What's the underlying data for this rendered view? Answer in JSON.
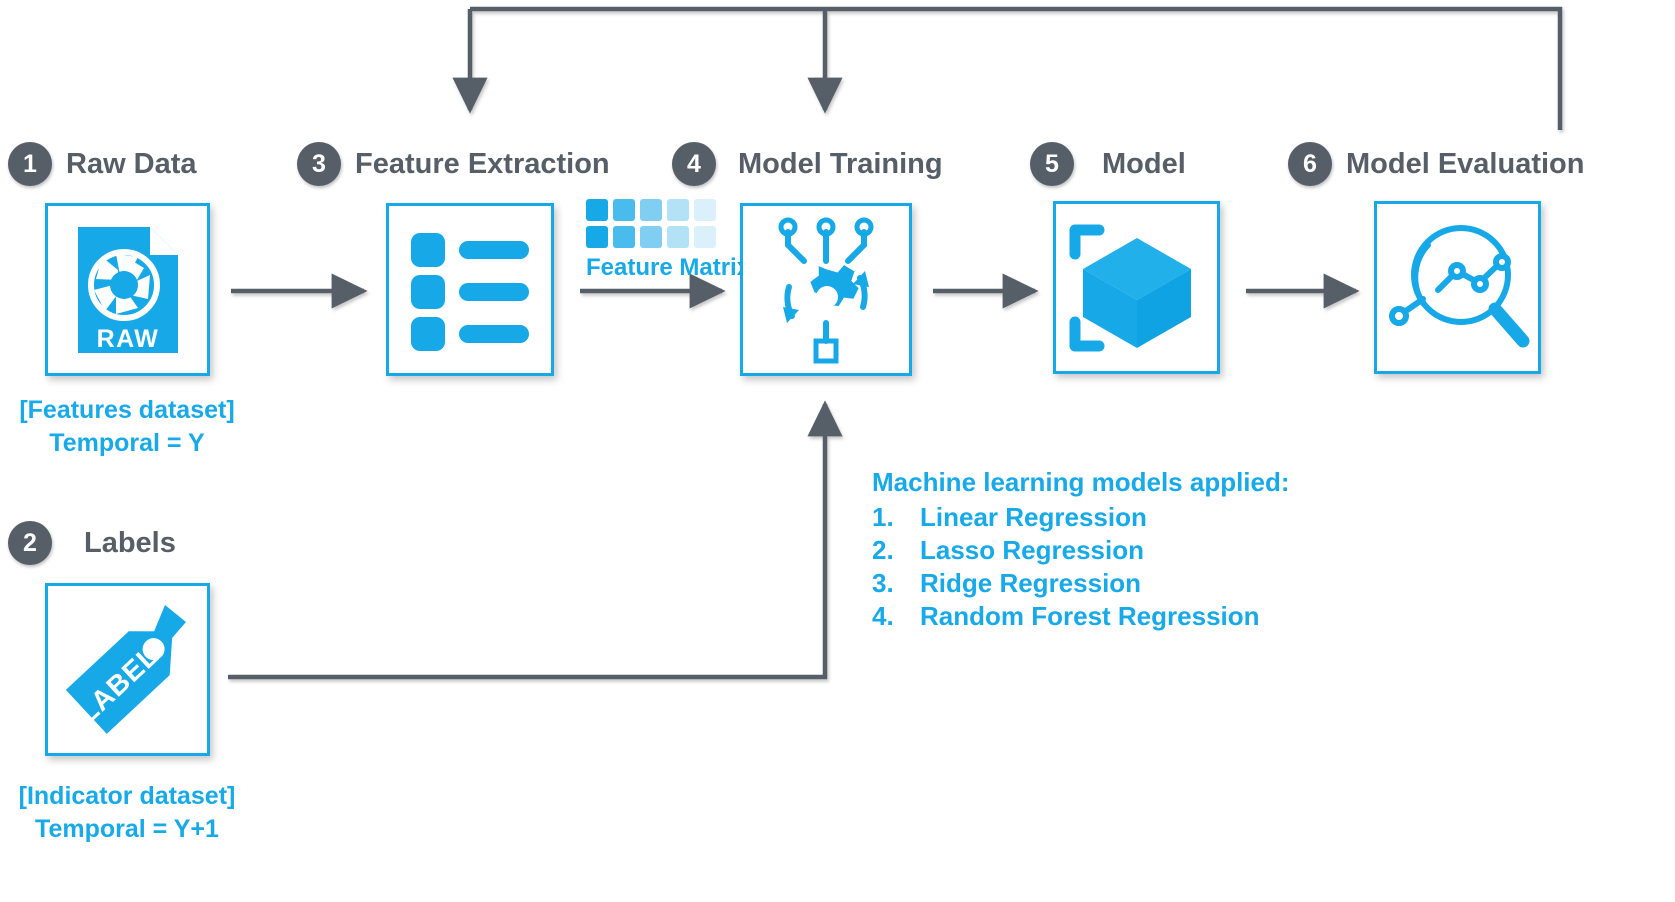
{
  "theme": {
    "accent_blue": "#17a8e8",
    "text_blue": "#18a9e9",
    "gray": "#565e67",
    "background": "#ffffff"
  },
  "steps": [
    {
      "number": "1",
      "title": "Raw Data",
      "icon": "raw-file-icon"
    },
    {
      "number": "2",
      "title": "Labels",
      "icon": "label-tag-icon"
    },
    {
      "number": "3",
      "title": "Feature Extraction",
      "icon": "list-icon"
    },
    {
      "number": "4",
      "title": "Model Training",
      "icon": "gear-network-icon"
    },
    {
      "number": "5",
      "title": "Model",
      "icon": "cube-icon"
    },
    {
      "number": "6",
      "title": "Model Evaluation",
      "icon": "magnifier-chart-icon"
    }
  ],
  "raw_data_icon_text": "RAW",
  "label_icon_text": "LABEL",
  "captions": {
    "features": {
      "line1": "[Features dataset]",
      "line2": "Temporal = Y"
    },
    "indicator": {
      "line1": "[Indicator dataset]",
      "line2": "Temporal = Y+1"
    }
  },
  "feature_matrix": {
    "label": "Feature Matrix",
    "rows": 2,
    "columns": 5,
    "column_opacity": [
      1,
      0.78,
      0.55,
      0.33,
      0.16
    ]
  },
  "ml_models": {
    "heading": "Machine learning models applied:",
    "items": [
      {
        "number": "1.",
        "name": "Linear Regression"
      },
      {
        "number": "2.",
        "name": "Lasso Regression"
      },
      {
        "number": "3.",
        "name": "Ridge Regression"
      },
      {
        "number": "4.",
        "name": "Random Forest Regression"
      }
    ]
  },
  "connectors": [
    {
      "name": "raw-data-to-feature-extraction",
      "type": "arrow-right"
    },
    {
      "name": "feature-extraction-to-model-training",
      "type": "arrow-right"
    },
    {
      "name": "model-training-to-model",
      "type": "arrow-right"
    },
    {
      "name": "model-to-model-evaluation",
      "type": "arrow-right"
    },
    {
      "name": "labels-to-model-training",
      "type": "elbow-up-arrow"
    },
    {
      "name": "evaluation-feedback-to-feature-extraction",
      "type": "feedback-loop-arrow"
    },
    {
      "name": "evaluation-feedback-to-model-training",
      "type": "feedback-loop-arrow"
    }
  ]
}
